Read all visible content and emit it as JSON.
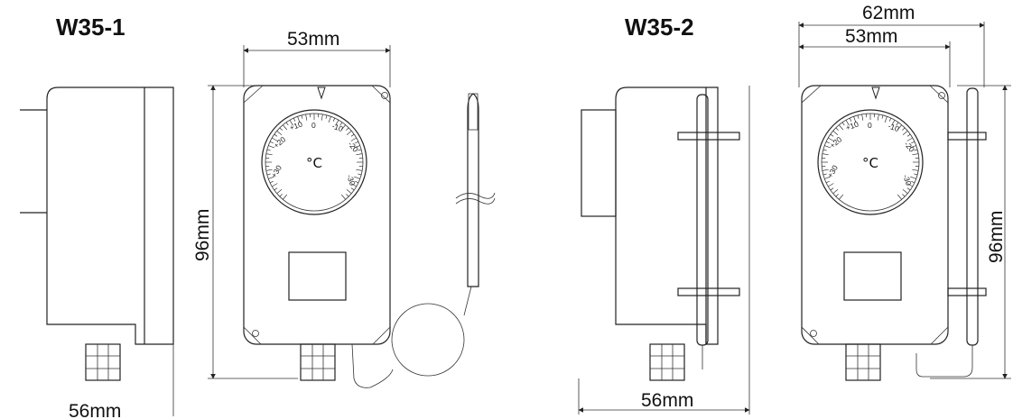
{
  "models": [
    {
      "title": "W35-1",
      "width_label": "53mm",
      "height_label": "96mm",
      "depth_label": "56mm"
    },
    {
      "title": "W35-2",
      "overall_width_label": "62mm",
      "width_label": "53mm",
      "height_label": "96mm",
      "depth_label": "56mm"
    }
  ],
  "dial": {
    "unit": "°C",
    "scale_labels": [
      "+30",
      "+20",
      "+10",
      "0",
      "-10",
      "-20",
      "-30"
    ]
  }
}
